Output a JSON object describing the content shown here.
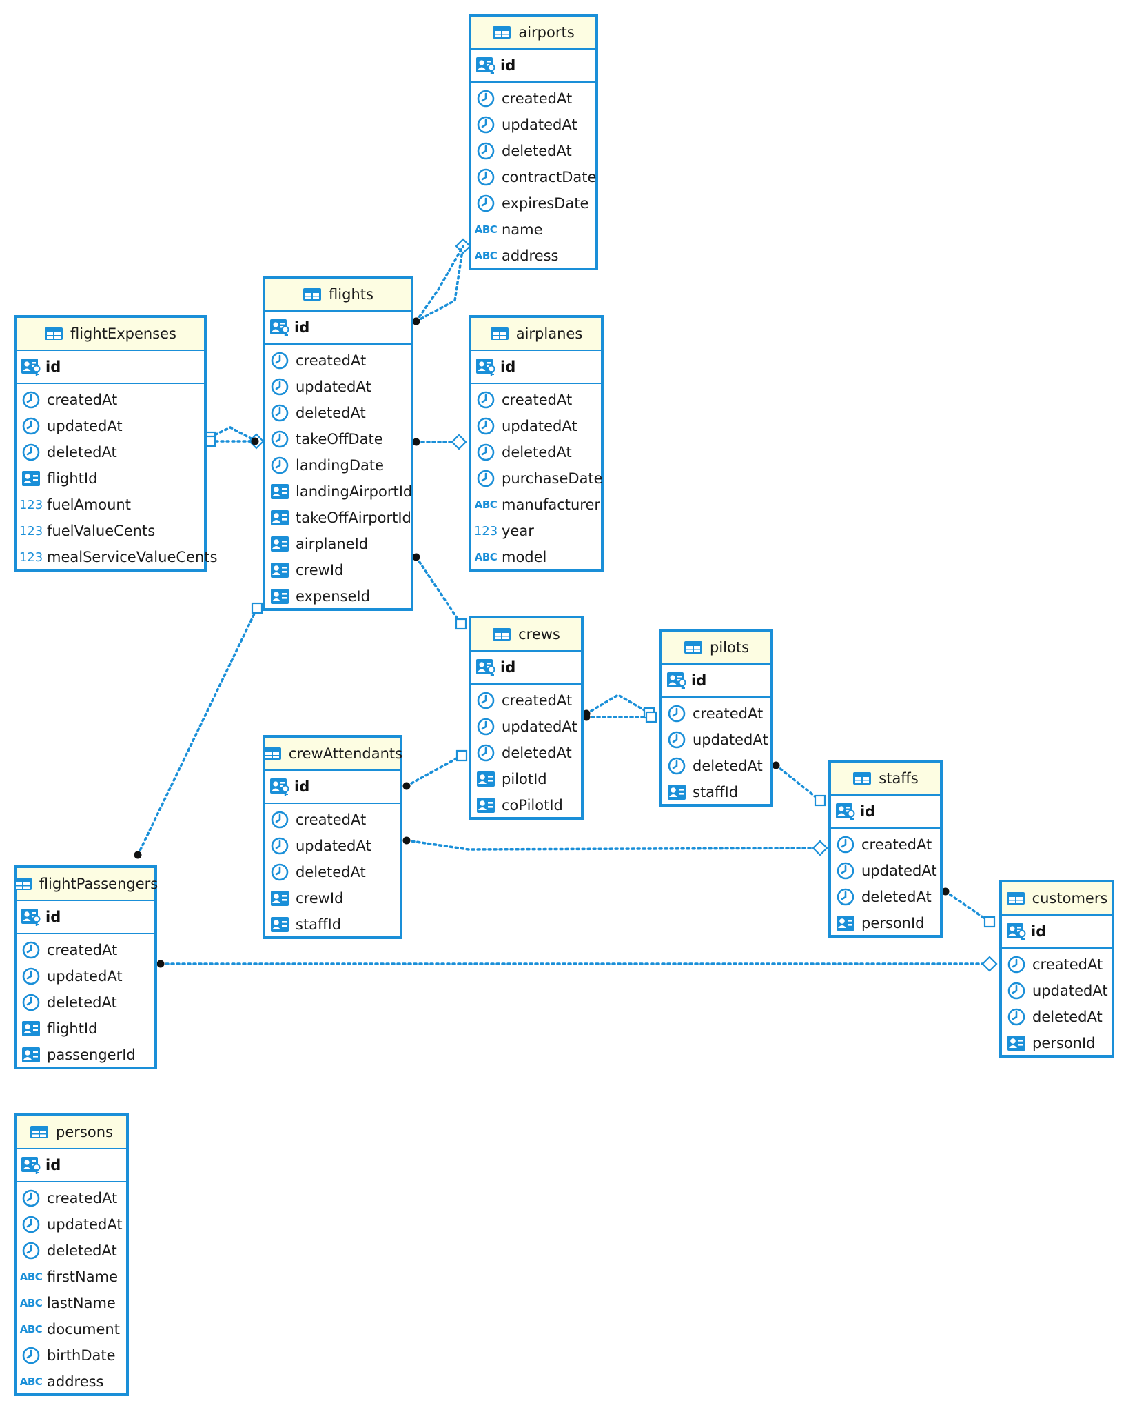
{
  "colors": {
    "border": "#1a8fd8",
    "header_bg": "#fdfde2",
    "icon": "#1a8fd8",
    "link_end": "#111111"
  },
  "icon_types": {
    "pk": "primary-key-icon",
    "date": "clock-icon",
    "fk": "foreign-key-card-icon",
    "text": "abc-text-icon",
    "num": "numeric-icon"
  },
  "entities": [
    {
      "key": "airports",
      "name": "airports",
      "pk": "id",
      "columns": [
        {
          "name": "createdAt",
          "type": "date"
        },
        {
          "name": "updatedAt",
          "type": "date"
        },
        {
          "name": "deletedAt",
          "type": "date"
        },
        {
          "name": "contractDate",
          "type": "date"
        },
        {
          "name": "expiresDate",
          "type": "date"
        },
        {
          "name": "name",
          "type": "text"
        },
        {
          "name": "address",
          "type": "text"
        }
      ]
    },
    {
      "key": "flights",
      "name": "flights",
      "pk": "id",
      "columns": [
        {
          "name": "createdAt",
          "type": "date"
        },
        {
          "name": "updatedAt",
          "type": "date"
        },
        {
          "name": "deletedAt",
          "type": "date"
        },
        {
          "name": "takeOffDate",
          "type": "date"
        },
        {
          "name": "landingDate",
          "type": "date"
        },
        {
          "name": "landingAirportId",
          "type": "fk"
        },
        {
          "name": "takeOffAirportId",
          "type": "fk"
        },
        {
          "name": "airplaneId",
          "type": "fk"
        },
        {
          "name": "crewId",
          "type": "fk"
        },
        {
          "name": "expenseId",
          "type": "fk"
        }
      ]
    },
    {
      "key": "flightExpenses",
      "name": "flightExpenses",
      "pk": "id",
      "columns": [
        {
          "name": "createdAt",
          "type": "date"
        },
        {
          "name": "updatedAt",
          "type": "date"
        },
        {
          "name": "deletedAt",
          "type": "date"
        },
        {
          "name": "flightId",
          "type": "fk"
        },
        {
          "name": "fuelAmount",
          "type": "num"
        },
        {
          "name": "fuelValueCents",
          "type": "num"
        },
        {
          "name": "mealServiceValueCents",
          "type": "num"
        }
      ]
    },
    {
      "key": "airplanes",
      "name": "airplanes",
      "pk": "id",
      "columns": [
        {
          "name": "createdAt",
          "type": "date"
        },
        {
          "name": "updatedAt",
          "type": "date"
        },
        {
          "name": "deletedAt",
          "type": "date"
        },
        {
          "name": "purchaseDate",
          "type": "date"
        },
        {
          "name": "manufacturer",
          "type": "text"
        },
        {
          "name": "year",
          "type": "num"
        },
        {
          "name": "model",
          "type": "text"
        }
      ]
    },
    {
      "key": "crews",
      "name": "crews",
      "pk": "id",
      "columns": [
        {
          "name": "createdAt",
          "type": "date"
        },
        {
          "name": "updatedAt",
          "type": "date"
        },
        {
          "name": "deletedAt",
          "type": "date"
        },
        {
          "name": "pilotId",
          "type": "fk"
        },
        {
          "name": "coPilotId",
          "type": "fk"
        }
      ]
    },
    {
      "key": "pilots",
      "name": "pilots",
      "pk": "id",
      "columns": [
        {
          "name": "createdAt",
          "type": "date"
        },
        {
          "name": "updatedAt",
          "type": "date"
        },
        {
          "name": "deletedAt",
          "type": "date"
        },
        {
          "name": "staffId",
          "type": "fk"
        }
      ]
    },
    {
      "key": "crewAttendants",
      "name": "crewAttendants",
      "pk": "id",
      "columns": [
        {
          "name": "createdAt",
          "type": "date"
        },
        {
          "name": "updatedAt",
          "type": "date"
        },
        {
          "name": "deletedAt",
          "type": "date"
        },
        {
          "name": "crewId",
          "type": "fk"
        },
        {
          "name": "staffId",
          "type": "fk"
        }
      ]
    },
    {
      "key": "staffs",
      "name": "staffs",
      "pk": "id",
      "columns": [
        {
          "name": "createdAt",
          "type": "date"
        },
        {
          "name": "updatedAt",
          "type": "date"
        },
        {
          "name": "deletedAt",
          "type": "date"
        },
        {
          "name": "personId",
          "type": "fk"
        }
      ]
    },
    {
      "key": "flightPassengers",
      "name": "flightPassengers",
      "pk": "id",
      "columns": [
        {
          "name": "createdAt",
          "type": "date"
        },
        {
          "name": "updatedAt",
          "type": "date"
        },
        {
          "name": "deletedAt",
          "type": "date"
        },
        {
          "name": "flightId",
          "type": "fk"
        },
        {
          "name": "passengerId",
          "type": "fk"
        }
      ]
    },
    {
      "key": "customers",
      "name": "customers",
      "pk": "id",
      "columns": [
        {
          "name": "createdAt",
          "type": "date"
        },
        {
          "name": "updatedAt",
          "type": "date"
        },
        {
          "name": "deletedAt",
          "type": "date"
        },
        {
          "name": "personId",
          "type": "fk"
        }
      ]
    },
    {
      "key": "persons",
      "name": "persons",
      "pk": "id",
      "columns": [
        {
          "name": "createdAt",
          "type": "date"
        },
        {
          "name": "updatedAt",
          "type": "date"
        },
        {
          "name": "deletedAt",
          "type": "date"
        },
        {
          "name": "firstName",
          "type": "text"
        },
        {
          "name": "lastName",
          "type": "text"
        },
        {
          "name": "document",
          "type": "text"
        },
        {
          "name": "birthDate",
          "type": "date"
        },
        {
          "name": "address",
          "type": "text"
        }
      ]
    }
  ],
  "relationships": [
    {
      "from": "flights",
      "to": "airports",
      "via": "landingAirportId"
    },
    {
      "from": "flights",
      "to": "airports",
      "via": "takeOffAirportId"
    },
    {
      "from": "flights",
      "to": "airplanes",
      "via": "airplaneId"
    },
    {
      "from": "flights",
      "to": "crews",
      "via": "crewId"
    },
    {
      "from": "flights",
      "to": "flightExpenses",
      "via": "expenseId"
    },
    {
      "from": "flightExpenses",
      "to": "flights",
      "via": "flightId"
    },
    {
      "from": "flightPassengers",
      "to": "flights",
      "via": "flightId"
    },
    {
      "from": "flightPassengers",
      "to": "customers",
      "via": "passengerId"
    },
    {
      "from": "crews",
      "to": "pilots",
      "via": "pilotId"
    },
    {
      "from": "crews",
      "to": "pilots",
      "via": "coPilotId"
    },
    {
      "from": "crewAttendants",
      "to": "crews",
      "via": "crewId"
    },
    {
      "from": "crewAttendants",
      "to": "staffs",
      "via": "staffId"
    },
    {
      "from": "pilots",
      "to": "staffs",
      "via": "staffId"
    },
    {
      "from": "staffs",
      "to": "customers",
      "via": "personId"
    }
  ]
}
